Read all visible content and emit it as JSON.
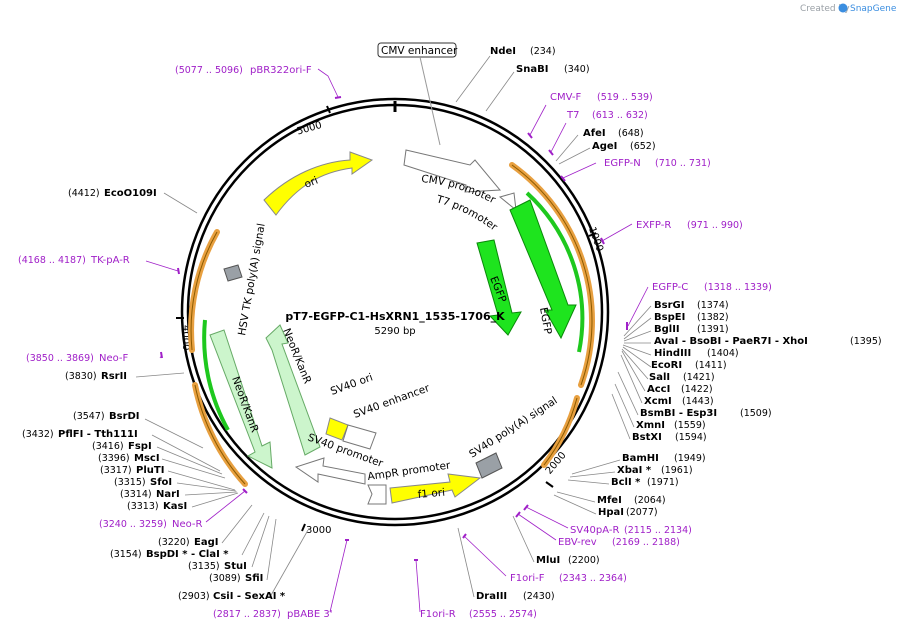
{
  "branding": {
    "prefix": "Created by",
    "product": "SnapGene"
  },
  "plasmid": {
    "name": "pT7-EGFP-C1-HsXRN1_1535-1706_K",
    "length": "5290 bp"
  },
  "colors": {
    "primer": "#a020c8",
    "egfp": "#1ee41e",
    "orange": "#e8a040",
    "yellow": "#ffff00",
    "neo": "#ccf5cc"
  },
  "ruler": [
    {
      "value": "1000"
    },
    {
      "value": "2000"
    },
    {
      "value": "3000"
    },
    {
      "value": "4000"
    },
    {
      "value": "5000"
    }
  ],
  "features": [
    {
      "name": "CMV enhancer",
      "boxed": true
    },
    {
      "name": "CMV promoter"
    },
    {
      "name": "T7 promoter"
    },
    {
      "name": "EGFP"
    },
    {
      "name": "EGFP"
    },
    {
      "name": "SV40 poly(A) signal"
    },
    {
      "name": "f1 ori"
    },
    {
      "name": "AmpR promoter"
    },
    {
      "name": "SV40 promoter"
    },
    {
      "name": "SV40 enhancer"
    },
    {
      "name": "SV40 ori"
    },
    {
      "name": "NeoR/KanR"
    },
    {
      "name": "NeoR/KanR"
    },
    {
      "name": "HSV TK poly(A) signal"
    },
    {
      "name": "ori"
    }
  ],
  "primers": [
    {
      "name": "pBR322ori-F",
      "range": "(5077 .. 5096)"
    },
    {
      "name": "CMV-F",
      "range": "(519 .. 539)"
    },
    {
      "name": "T7",
      "range": "(613 .. 632)"
    },
    {
      "name": "EGFP-N",
      "range": "(710 .. 731)"
    },
    {
      "name": "EXFP-R",
      "range": "(971 .. 990)"
    },
    {
      "name": "EGFP-C",
      "range": "(1318 .. 1339)"
    },
    {
      "name": "SV40pA-R",
      "range": "(2115 .. 2134)"
    },
    {
      "name": "EBV-rev",
      "range": "(2169 .. 2188)"
    },
    {
      "name": "F1ori-F",
      "range": "(2343 .. 2364)"
    },
    {
      "name": "F1ori-R",
      "range": "(2555 .. 2574)"
    },
    {
      "name": "pBABE 3'",
      "range": "(2817 .. 2837)"
    },
    {
      "name": "Neo-R",
      "range": "(3240 .. 3259)"
    },
    {
      "name": "Neo-F",
      "range": "(3850 .. 3869)"
    },
    {
      "name": "TK-pA-R",
      "range": "(4168 .. 4187)"
    }
  ],
  "enzymes": [
    {
      "name": "NdeI",
      "pos": "(234)"
    },
    {
      "name": "SnaBI",
      "pos": "(340)"
    },
    {
      "name": "AfeI",
      "pos": "(648)"
    },
    {
      "name": "AgeI",
      "pos": "(652)"
    },
    {
      "name": "BsrGI",
      "pos": "(1374)"
    },
    {
      "name": "BspEI",
      "pos": "(1382)"
    },
    {
      "name": "BglII",
      "pos": "(1391)"
    },
    {
      "name": "AvaI - BsoBI - PaeR7I - XhoI",
      "pos": "(1395)"
    },
    {
      "name": "HindIII",
      "pos": "(1404)"
    },
    {
      "name": "EcoRI",
      "pos": "(1411)"
    },
    {
      "name": "SalI",
      "pos": "(1421)"
    },
    {
      "name": "AccI",
      "pos": "(1422)"
    },
    {
      "name": "XcmI",
      "pos": "(1443)"
    },
    {
      "name": "BsmBI - Esp3I",
      "pos": "(1509)"
    },
    {
      "name": "XmnI",
      "pos": "(1559)"
    },
    {
      "name": "BstXI",
      "pos": "(1594)"
    },
    {
      "name": "BamHI",
      "pos": "(1949)"
    },
    {
      "name": "XbaI *",
      "pos": "(1961)"
    },
    {
      "name": "BclI *",
      "pos": "(1971)"
    },
    {
      "name": "MfeI",
      "pos": "(2064)"
    },
    {
      "name": "HpaI",
      "pos": "(2077)"
    },
    {
      "name": "MluI",
      "pos": "(2200)"
    },
    {
      "name": "DraIII",
      "pos": "(2430)"
    },
    {
      "name": "CsiI - SexAI *",
      "pos": "(2903)"
    },
    {
      "name": "SfiI",
      "pos": "(3089)"
    },
    {
      "name": "StuI",
      "pos": "(3135)"
    },
    {
      "name": "BspDI * - ClaI *",
      "pos": "(3154)"
    },
    {
      "name": "EagI",
      "pos": "(3220)"
    },
    {
      "name": "KasI",
      "pos": "(3313)"
    },
    {
      "name": "NarI",
      "pos": "(3314)"
    },
    {
      "name": "SfoI",
      "pos": "(3315)"
    },
    {
      "name": "PluTI",
      "pos": "(3317)"
    },
    {
      "name": "MscI",
      "pos": "(3396)"
    },
    {
      "name": "FspI",
      "pos": "(3416)"
    },
    {
      "name": "PflFI - Tth111I",
      "pos": "(3432)"
    },
    {
      "name": "BsrDI",
      "pos": "(3547)"
    },
    {
      "name": "RsrII",
      "pos": "(3830)"
    },
    {
      "name": "EcoO109I",
      "pos": "(4412)"
    }
  ]
}
